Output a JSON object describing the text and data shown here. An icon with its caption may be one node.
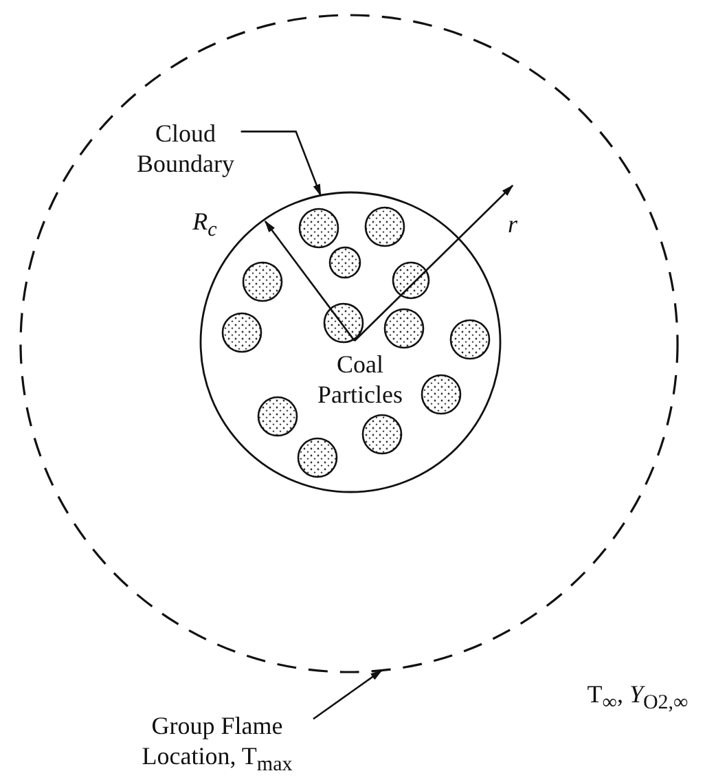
{
  "diagram": {
    "nodes": [
      {
        "text": [],
        "shape": "circle"
      },
      {
        "text": [],
        "shape": "circle",
        "in": 0
      },
      {
        "text": [
          "Cloud Boundary"
        ],
        "in": 0
      },
      {
        "text": [
          "Group Flame Location, T$_{max}$"
        ]
      }
    ],
    "edges": [
      {
        "from": 2,
        "to": 1,
        "arrow": "to"
      },
      {
        "from": 3,
        "to": 0,
        "arrow": "to"
      }
    ],
    "labels": [
      "R$_{c}$",
      "r",
      "Coal Particles",
      "T$_{∞}$, *Y*$_{O2,∞}$"
    ]
  }
}
